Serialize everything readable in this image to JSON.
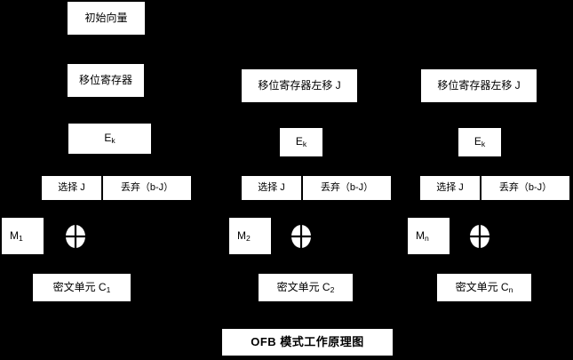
{
  "diagram": {
    "title": "OFB 模式工作原理图",
    "background_color": "#000000",
    "box_fill_color": "#ffffff",
    "box_text_color": "#000000",
    "initial_vector": "初始向量",
    "shift_register": "移位寄存器",
    "xor_symbol_name": "xor-circle",
    "columns": [
      {
        "index": 1,
        "shift_register": "移位寄存器",
        "encrypt": "E",
        "encrypt_sub": "k",
        "select": "选择 J",
        "discard": "丢弃（b-J）",
        "plaintext": "M",
        "plaintext_sub": "1",
        "ciphertext": "密文单元 C",
        "ciphertext_sub": "1"
      },
      {
        "index": 2,
        "shift_register": "移位寄存器左移 J",
        "encrypt": "E",
        "encrypt_sub": "k",
        "select": "选择 J",
        "discard": "丢弃（b-J）",
        "plaintext": "M",
        "plaintext_sub": "2",
        "ciphertext": "密文单元 C",
        "ciphertext_sub": "2"
      },
      {
        "index": 3,
        "shift_register": "移位寄存器左移 J",
        "encrypt": "E",
        "encrypt_sub": "k",
        "select": "选择 J",
        "discard": "丢弃（b-J）",
        "plaintext": "M",
        "plaintext_sub": "n",
        "ciphertext": "密文单元 C",
        "ciphertext_sub": "n"
      }
    ]
  }
}
